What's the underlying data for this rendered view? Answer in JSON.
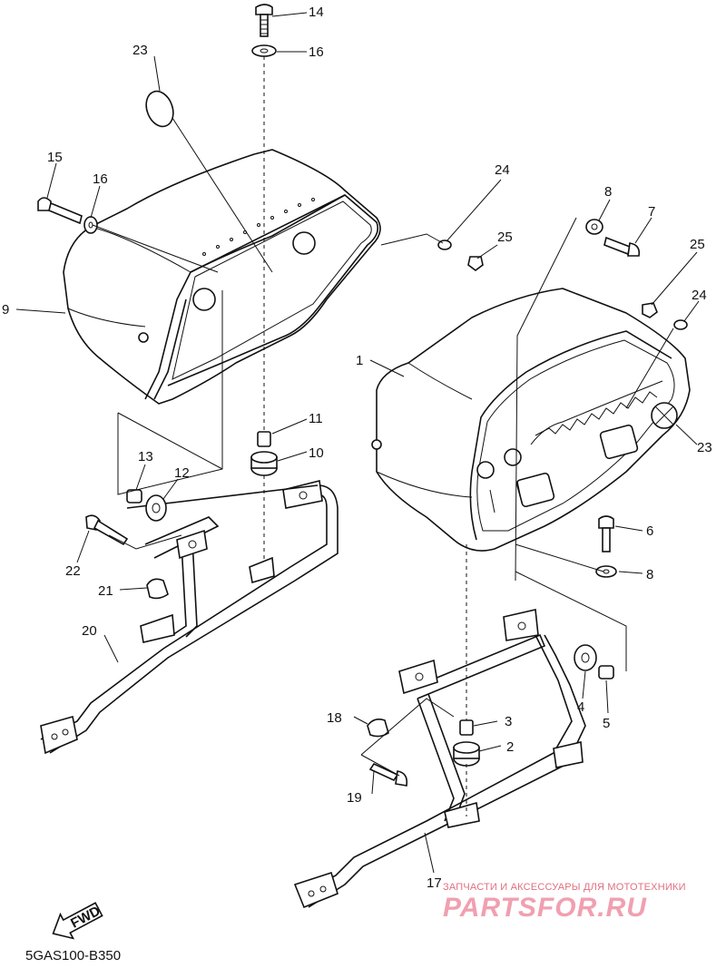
{
  "callouts": [
    {
      "id": "c14",
      "text": "14"
    },
    {
      "id": "c16a",
      "text": "16"
    },
    {
      "id": "c23a",
      "text": "23"
    },
    {
      "id": "c15",
      "text": "15"
    },
    {
      "id": "c16b",
      "text": "16"
    },
    {
      "id": "c9",
      "text": "9"
    },
    {
      "id": "c24a",
      "text": "24"
    },
    {
      "id": "c25a",
      "text": "25"
    },
    {
      "id": "c8a",
      "text": "8"
    },
    {
      "id": "c7",
      "text": "7"
    },
    {
      "id": "c25b",
      "text": "25"
    },
    {
      "id": "c24b",
      "text": "24"
    },
    {
      "id": "c1",
      "text": "1"
    },
    {
      "id": "c23b",
      "text": "23"
    },
    {
      "id": "c11",
      "text": "11"
    },
    {
      "id": "c10",
      "text": "10"
    },
    {
      "id": "c13",
      "text": "13"
    },
    {
      "id": "c12",
      "text": "12"
    },
    {
      "id": "c22",
      "text": "22"
    },
    {
      "id": "c21",
      "text": "21"
    },
    {
      "id": "c6",
      "text": "6"
    },
    {
      "id": "c8b",
      "text": "8"
    },
    {
      "id": "c20",
      "text": "20"
    },
    {
      "id": "c4",
      "text": "4"
    },
    {
      "id": "c5",
      "text": "5"
    },
    {
      "id": "c3",
      "text": "3"
    },
    {
      "id": "c18",
      "text": "18"
    },
    {
      "id": "c2",
      "text": "2"
    },
    {
      "id": "c19",
      "text": "19"
    },
    {
      "id": "c17",
      "text": "17"
    }
  ],
  "fwd_label": "FWD",
  "diagram_code": "5GAS100-B350",
  "watermark": {
    "subtitle": "ЗАПЧАСТИ И АКСЕССУАРЫ ДЛЯ МОТОТЕХНИКИ",
    "brand": "PARTSFOR.RU"
  }
}
